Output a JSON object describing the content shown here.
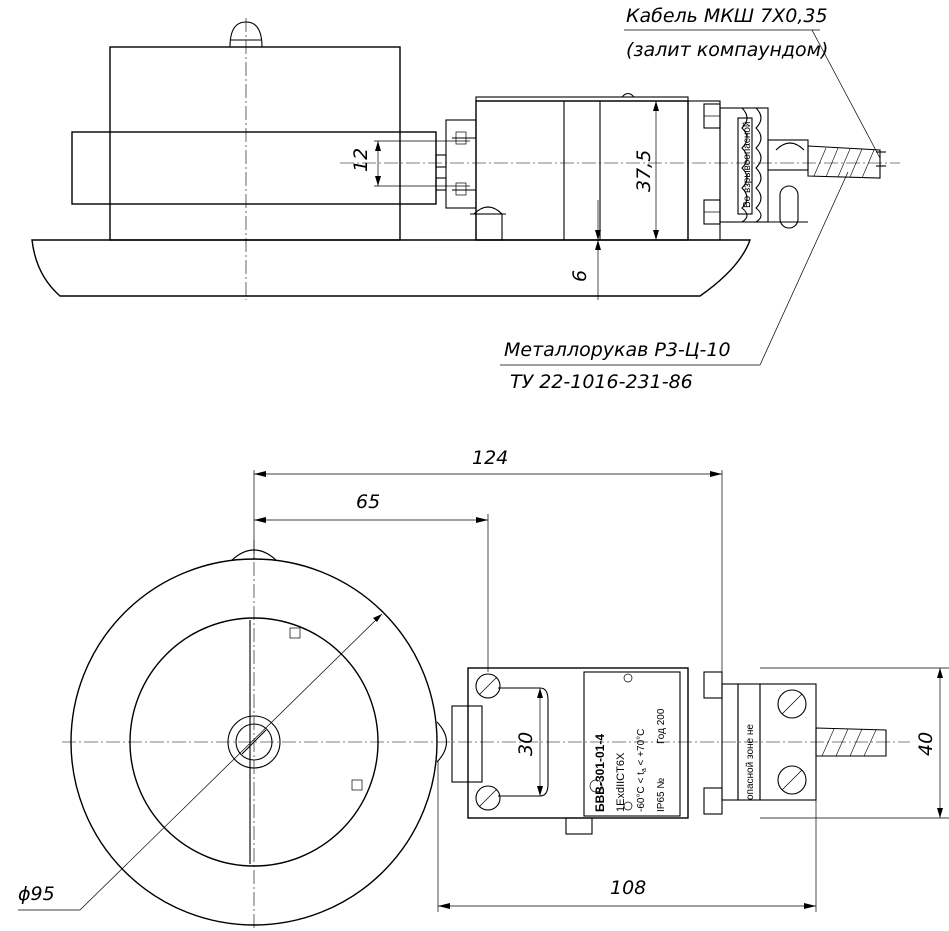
{
  "callouts": {
    "cable_line1": "Кабель МКШ 7Х0,35",
    "cable_line2": "(залит компаундом)",
    "hose_line1": "Металлорукав Р3-Ц-10",
    "hose_line2": "ТУ 22-1016-231-86"
  },
  "dimensions": {
    "d12": "12",
    "d37_5": "37,5",
    "d6": "6",
    "d124": "124",
    "d65": "65",
    "d30": "30",
    "d40": "40",
    "d108": "108",
    "d95": "ϕ95"
  },
  "plate": {
    "model": "БВВ-301-01-4",
    "exmark": "1ExdIICT6X",
    "temp": "-60°C < t",
    "temp_sub": "a",
    "temp_tail": " < +70°C",
    "ip": "IP65 №",
    "year": "Год 200"
  },
  "side_label": "Во взрывоопасной",
  "cable_label": "опасной зоне не"
}
